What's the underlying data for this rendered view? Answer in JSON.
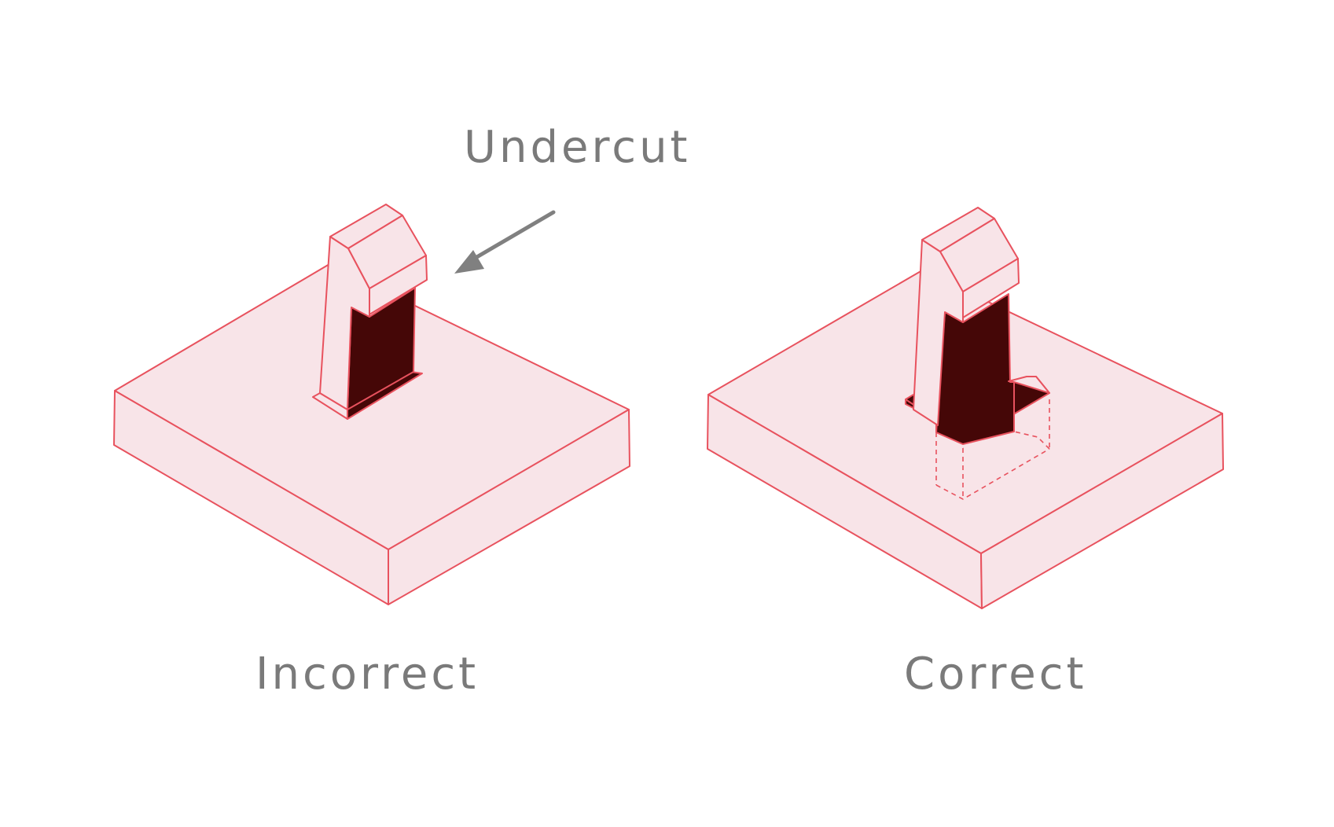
{
  "labels": {
    "undercut": "Undercut",
    "incorrect": "Incorrect",
    "correct": "Correct"
  },
  "colors": {
    "outline": "#e8525e",
    "fill_light": "#f8e4e8",
    "fill_dark": "#450707",
    "arrow": "#808080",
    "label_text": "#7a7a7a"
  },
  "icons": {
    "arrow": "undercut-pointer-arrow"
  }
}
